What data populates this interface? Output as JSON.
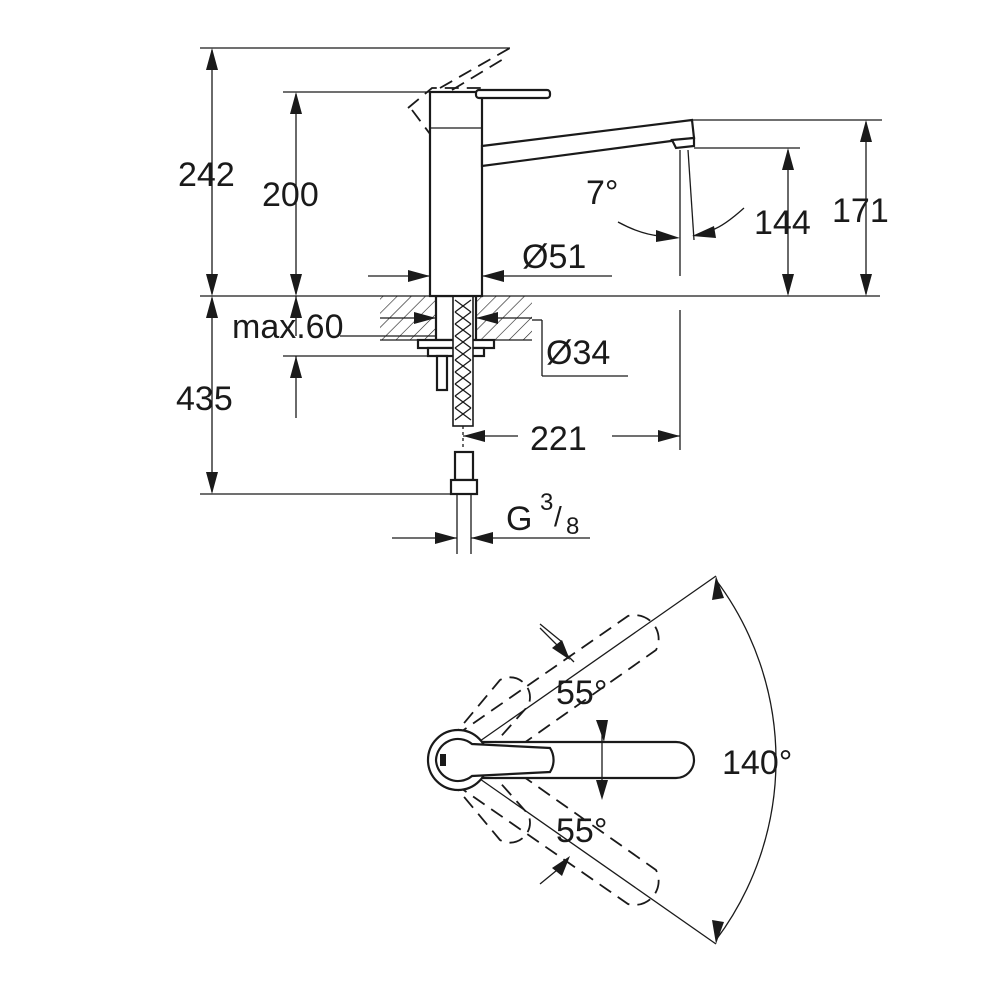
{
  "dimensions": {
    "total_height": "242",
    "body_height": "200",
    "spout_height_outer": "171",
    "spout_height_inner": "144",
    "spout_angle": "7°",
    "body_diameter": "Ø51",
    "hole_diameter": "Ø34",
    "max_deck_thickness": "max.60",
    "hose_length": "435",
    "spout_reach": "221",
    "thread_prefix": "G",
    "thread_num": "3",
    "thread_slash": "/",
    "thread_den": "8",
    "swivel_angle": "140°",
    "lever_up_angle": "55°",
    "lever_down_angle": "55°"
  },
  "colors": {
    "line": "#1a1a1a",
    "background": "#ffffff"
  }
}
